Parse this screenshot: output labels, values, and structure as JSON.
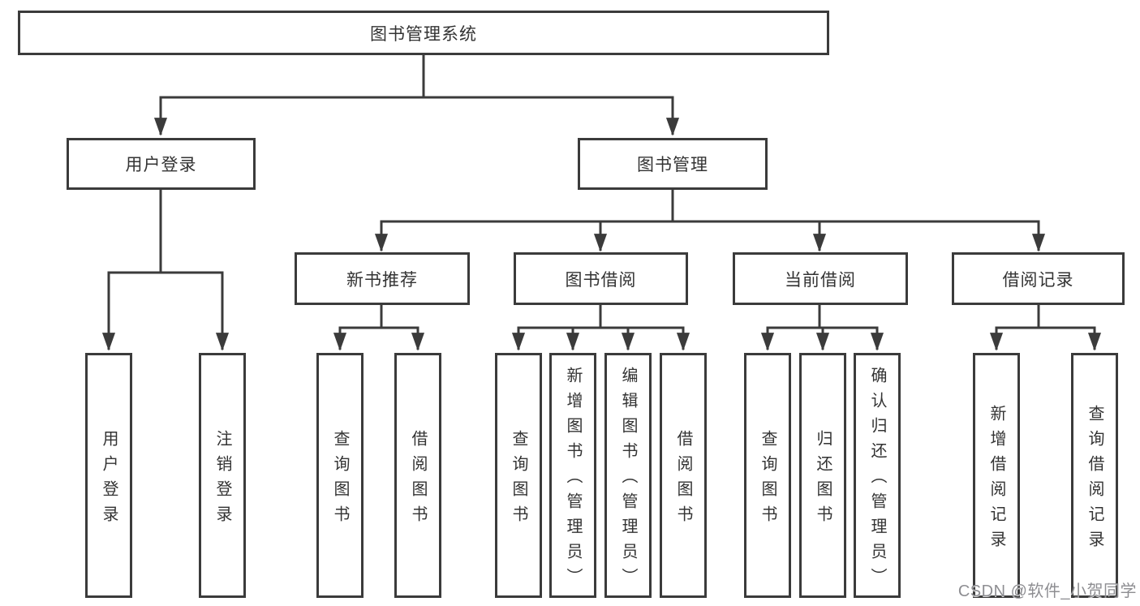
{
  "diagram_type": "hierarchy-tree",
  "tree": {
    "label": "图书管理系统",
    "children": [
      {
        "label": "用户登录",
        "children": [
          {
            "label": "用户登录"
          },
          {
            "label": "注销登录"
          }
        ]
      },
      {
        "label": "图书管理",
        "children": [
          {
            "label": "新书推荐",
            "children": [
              {
                "label": "查询图书"
              },
              {
                "label": "借阅图书"
              }
            ]
          },
          {
            "label": "图书借阅",
            "children": [
              {
                "label": "查询图书"
              },
              {
                "label": "新增图书（管理员）"
              },
              {
                "label": "编辑图书（管理员）"
              },
              {
                "label": "借阅图书"
              }
            ]
          },
          {
            "label": "当前借阅",
            "children": [
              {
                "label": "查询图书"
              },
              {
                "label": "归还图书"
              },
              {
                "label": "确认归还（管理员）"
              }
            ]
          },
          {
            "label": "借阅记录",
            "children": [
              {
                "label": "新增借阅记录"
              },
              {
                "label": "查询借阅记录"
              }
            ]
          }
        ]
      }
    ]
  },
  "watermark": {
    "text": "CSDN @软件_小贺同学"
  },
  "colors": {
    "background": "#ffffff",
    "line": "#3b3b3b",
    "box_border": "#3b3b3b",
    "box_fill": "#ffffff",
    "text": "#333333",
    "watermark": "#8e8e92"
  }
}
